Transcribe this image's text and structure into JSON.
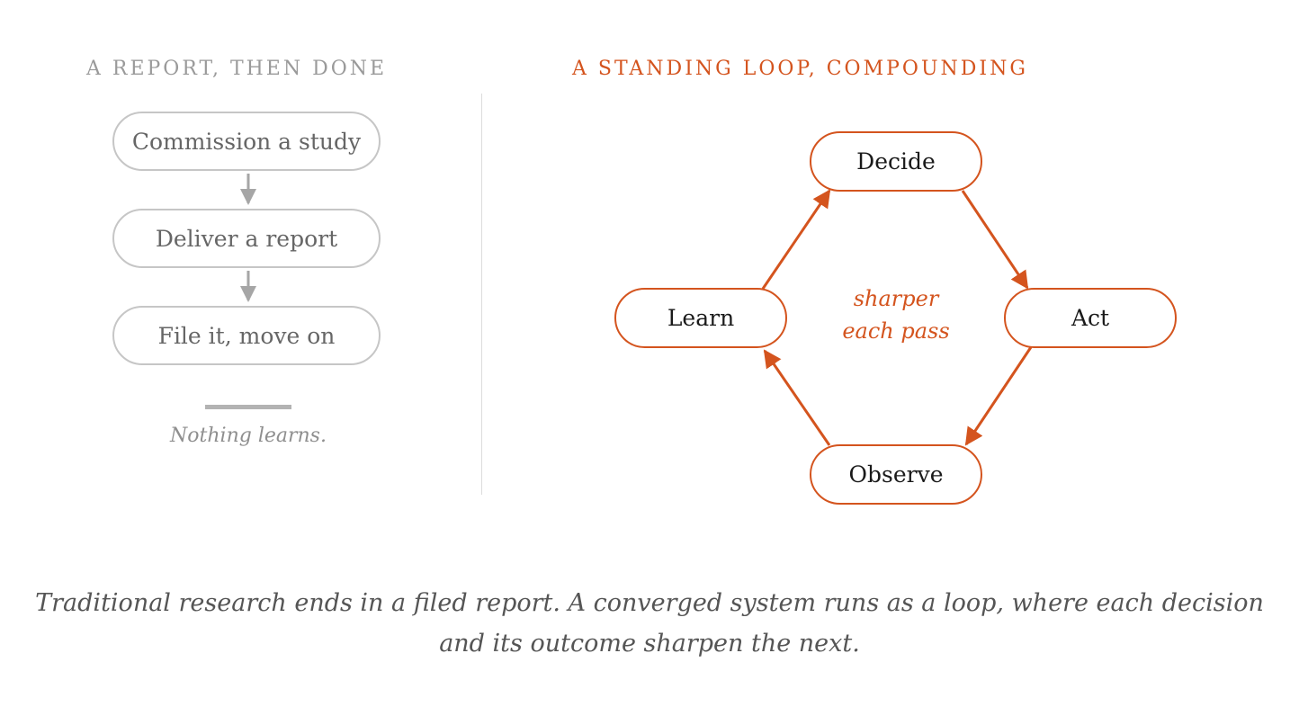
{
  "left_panel": {
    "heading": "A REPORT, THEN DONE",
    "steps": [
      "Commission a study",
      "Deliver a report",
      "File it, move on"
    ],
    "note": "Nothing learns."
  },
  "right_panel": {
    "heading": "A STANDING LOOP, COMPOUNDING",
    "nodes": {
      "decide": "Decide",
      "act": "Act",
      "observe": "Observe",
      "learn": "Learn"
    },
    "center_line1": "sharper",
    "center_line2": "each pass"
  },
  "caption": {
    "line1": "Traditional research ends in a filed report. A converged system runs as a loop, where each decision",
    "line2": "and its outcome sharpen the next."
  },
  "colors": {
    "accent": "#d4541e",
    "muted": "#9a9a9a"
  }
}
